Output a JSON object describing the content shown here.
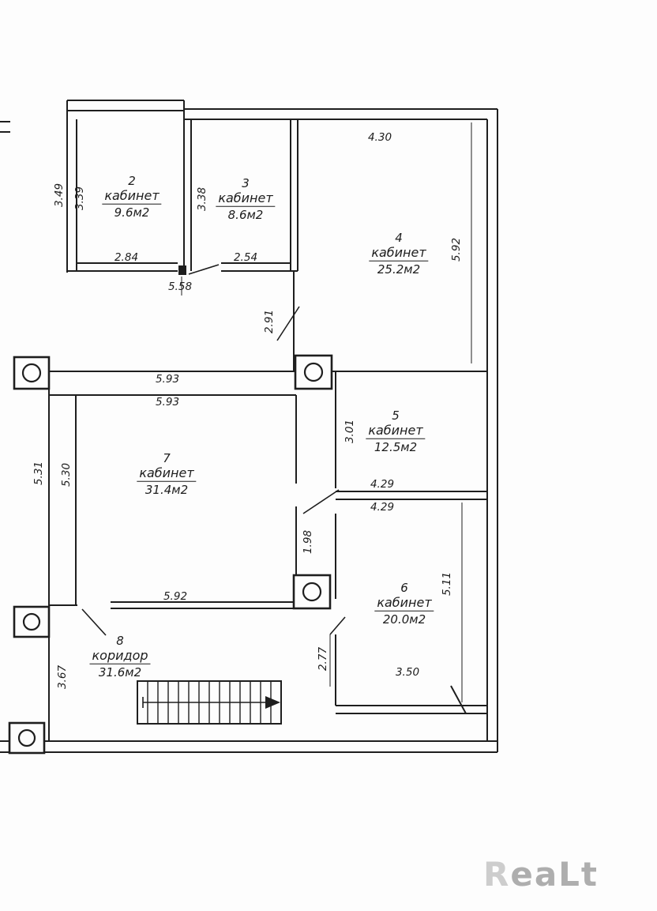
{
  "plan": {
    "rooms": [
      {
        "number": "2",
        "name": "кабинет",
        "area": "9.6м2"
      },
      {
        "number": "3",
        "name": "кабинет",
        "area": "8.6м2"
      },
      {
        "number": "4",
        "name": "кабинет",
        "area": "25.2м2"
      },
      {
        "number": "5",
        "name": "кабинет",
        "area": "12.5м2"
      },
      {
        "number": "6",
        "name": "кабинет",
        "area": "20.0м2"
      },
      {
        "number": "7",
        "name": "кабинет",
        "area": "31.4м2"
      },
      {
        "number": "8",
        "name": "коридор",
        "area": "31.6м2"
      }
    ],
    "dims": {
      "r2_left_outer": "3.49",
      "r2_left_inner": "3.39",
      "r2_bottom": "2.84",
      "r3_left": "3.38",
      "r3_bottom": "2.54",
      "r23_total": "5.58",
      "r4_top": "4.30",
      "r4_right": "5.92",
      "passage_291": "2.91",
      "mid_upper": "5.93",
      "mid_lower": "5.93",
      "r5_left": "3.01",
      "r5_bottom_a": "4.29",
      "r5_bottom_b": "4.29",
      "r7_left_outer": "5.31",
      "r7_left_inner": "5.30",
      "r7_wall": "1.98",
      "r7_bottom": "5.92",
      "r6_right": "5.11",
      "r6_left": "2.77",
      "r6_bottom": "3.50",
      "r8_left": "3.67"
    },
    "watermark": {
      "first": "R",
      "rest": "eaLt"
    }
  }
}
